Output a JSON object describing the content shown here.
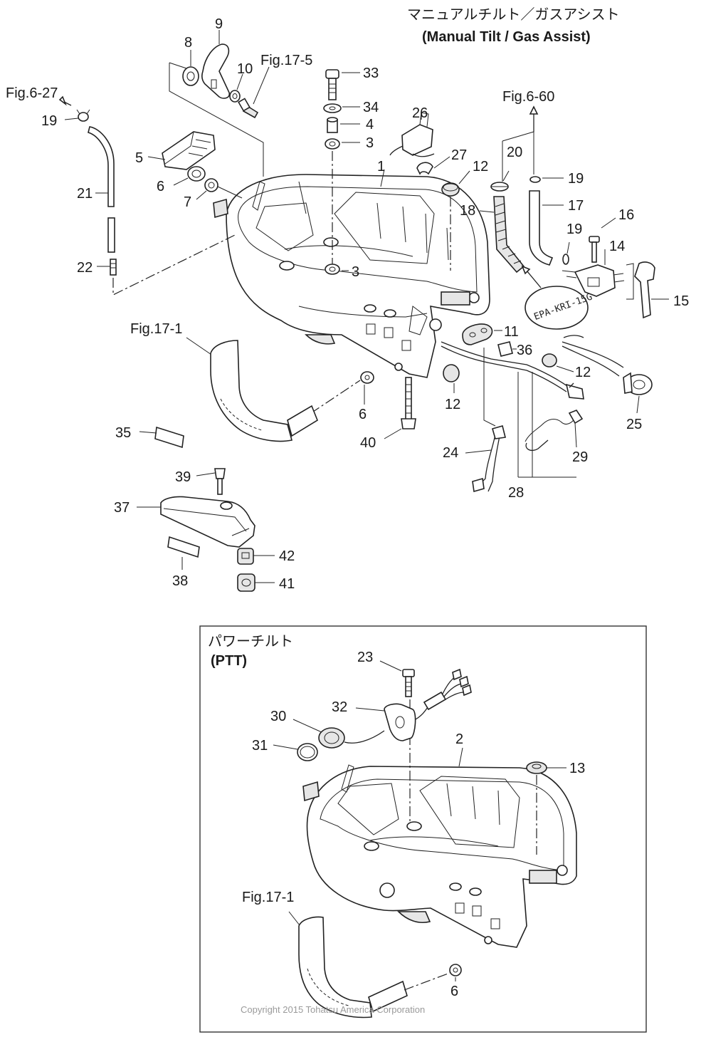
{
  "title": {
    "japanese": "マニュアルチルト／ガスアシスト",
    "english": "(Manual Tilt / Gas Assist)"
  },
  "ptt_box": {
    "japanese": "パワーチルト",
    "english": "(PTT)"
  },
  "references": {
    "fig_6_27": "Fig.6-27",
    "fig_17_5": "Fig.17-5",
    "fig_6_60": "Fig.6-60",
    "fig_17_1_top": "Fig.17-1",
    "fig_17_1_ptt": "Fig.17-1"
  },
  "stamp_text": "EPA-KRI-15G",
  "copyright": "Copyright 2015 Tohatsu America Corporation",
  "part_numbers": {
    "p1": "1",
    "p2": "2",
    "p3a": "3",
    "p3b": "3",
    "p4": "4",
    "p5": "5",
    "p6a": "6",
    "p6b": "6",
    "p6c": "6",
    "p7": "7",
    "p8": "8",
    "p9": "9",
    "p10": "10",
    "p11": "11",
    "p12a": "12",
    "p12b": "12",
    "p12c": "12",
    "p13": "13",
    "p14": "14",
    "p15": "15",
    "p16": "16",
    "p17": "17",
    "p18": "18",
    "p19a": "19",
    "p19b": "19",
    "p19c": "19",
    "p20": "20",
    "p21": "21",
    "p22": "22",
    "p23": "23",
    "p24": "24",
    "p25": "25",
    "p26": "26",
    "p27": "27",
    "p28": "28",
    "p29": "29",
    "p30": "30",
    "p31": "31",
    "p32": "32",
    "p33": "33",
    "p34": "34",
    "p35": "35",
    "p36": "36",
    "p37": "37",
    "p38": "38",
    "p39": "39",
    "p40": "40",
    "p41": "41",
    "p42": "42"
  }
}
